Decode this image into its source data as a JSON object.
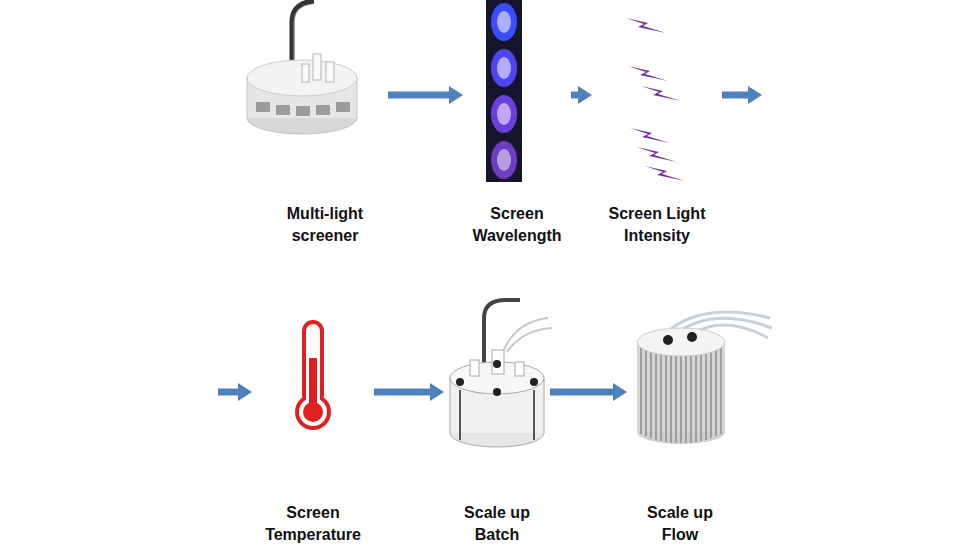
{
  "diagram": {
    "nodes": [
      {
        "text": [
          "Multi-light screener"
        ]
      },
      {
        "text": [
          "Screen Wavelength"
        ]
      },
      {
        "text": [
          "Screen Light Intensity"
        ]
      },
      {
        "text": [
          "Screen Temperature"
        ]
      },
      {
        "text": [
          "Scale up Batch"
        ]
      },
      {
        "text": [
          "Scale up Flow"
        ]
      }
    ],
    "edges": [
      {
        "from": 0,
        "to": 1,
        "arrow": "to"
      },
      {
        "from": 1,
        "to": 2,
        "arrow": "to"
      },
      {
        "from": 2,
        "to": 3,
        "arrow": "to"
      },
      {
        "from": 3,
        "to": 4,
        "arrow": "to"
      },
      {
        "from": 4,
        "to": 5,
        "arrow": "to"
      }
    ]
  }
}
